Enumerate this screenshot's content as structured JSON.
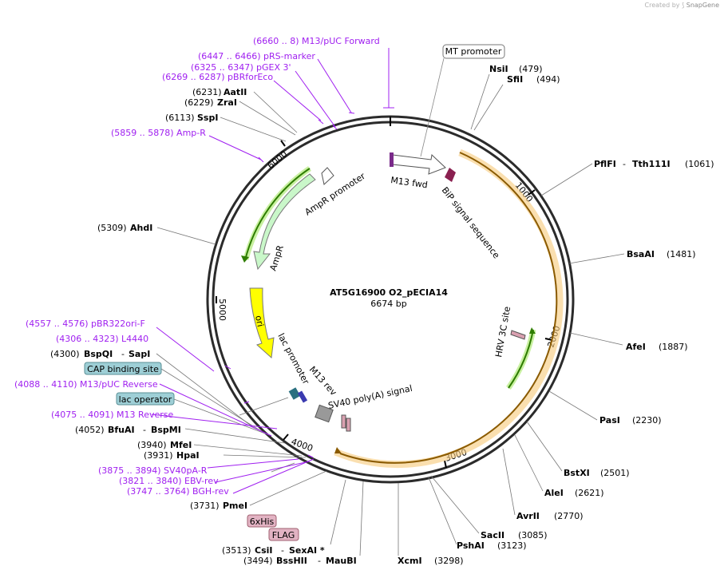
{
  "credit": {
    "prefix": "Created by",
    "brand": "SnapGene"
  },
  "plasmid": {
    "name": "AT5G16900 O2_pECIA14",
    "size": "6674 bp"
  },
  "ruler": [
    "1000",
    "2000",
    "3000",
    "4000",
    "5000",
    "6000"
  ],
  "features": {
    "mt_promoter": "MT promoter",
    "m13_fwd": "M13 fwd",
    "bip": "BiP signal sequence",
    "hrv": "HRV 3C site",
    "ampr_promoter": "AmpR promoter",
    "ampr": "AmpR",
    "ori": "ori",
    "lac_promoter": "lac promoter",
    "m13_rev": "M13 rev",
    "sv40": "SV40 poly(A) signal",
    "cap": "CAP binding site",
    "lac_operator": "lac operator",
    "his": "6xHis",
    "flag": "FLAG"
  },
  "primers": {
    "m13puc_fwd": "(6660 .. 8)  M13/pUC Forward",
    "prs": "(6447 .. 6466)  pRS-marker",
    "pgex": "(6325 .. 6347)  pGEX 3'",
    "pbrforeco": "(6269 .. 6287)  pBRforEco",
    "ampr": "(5859 .. 5878)  Amp-R",
    "pbr322": "(4557 .. 4576)  pBR322ori-F",
    "l4440": "(4306 .. 4323)  L4440",
    "m13puc_rev": "(4088 .. 4110)  M13/pUC Reverse",
    "m13_reverse": "(4075 .. 4091)  M13 Reverse",
    "sv40pa": "(3875 .. 3894)  SV40pA-R",
    "ebv": "(3821 .. 3840)  EBV-rev",
    "bgh": "(3747 .. 3764)  BGH-rev"
  },
  "sites": {
    "nsii": {
      "name": "NsiI",
      "pos": "(479)"
    },
    "sfii": {
      "name": "SfiI",
      "pos": "(494)"
    },
    "pflfi": {
      "name": "PflFI",
      "sep": "-",
      "name2": "Tth111I",
      "pos": "(1061)"
    },
    "bsaai": {
      "name": "BsaAI",
      "pos": "(1481)"
    },
    "afei": {
      "name": "AfeI",
      "pos": "(1887)"
    },
    "pasi": {
      "name": "PasI",
      "pos": "(2230)"
    },
    "bstxi": {
      "name": "BstXI",
      "pos": "(2501)"
    },
    "alei": {
      "name": "AleI",
      "pos": "(2621)"
    },
    "avrii": {
      "name": "AvrII",
      "pos": "(2770)"
    },
    "sacii": {
      "name": "SacII",
      "pos": "(3085)"
    },
    "pshai": {
      "name": "PshAI",
      "pos": "(3123)"
    },
    "xcmi": {
      "name": "XcmI",
      "pos": "(3298)"
    },
    "bsshii": {
      "pos": "(3494)",
      "name": "BssHII",
      "sep": "-",
      "name2": "MauBI"
    },
    "csii": {
      "pos": "(3513)",
      "name": "CsiI",
      "sep": "-",
      "name2": "SexAI *"
    },
    "pmei": {
      "pos": "(3731)",
      "name": "PmeI"
    },
    "hpai": {
      "pos": "(3931)",
      "name": "HpaI"
    },
    "mfei": {
      "pos": "(3940)",
      "name": "MfeI"
    },
    "bfuai": {
      "pos": "(4052)",
      "name": "BfuAI",
      "sep": "-",
      "name2": "BspMI"
    },
    "bspqi": {
      "pos": "(4300)",
      "name": "BspQI",
      "sep": "-",
      "name2": "SapI"
    },
    "ahdi": {
      "pos": "(5309)",
      "name": "AhdI"
    },
    "sspi": {
      "pos": "(6113)",
      "name": "SspI"
    },
    "zrai": {
      "pos": "(6229)",
      "name": "ZraI"
    },
    "aatii": {
      "pos": "(6231)",
      "name": "AatII"
    }
  }
}
